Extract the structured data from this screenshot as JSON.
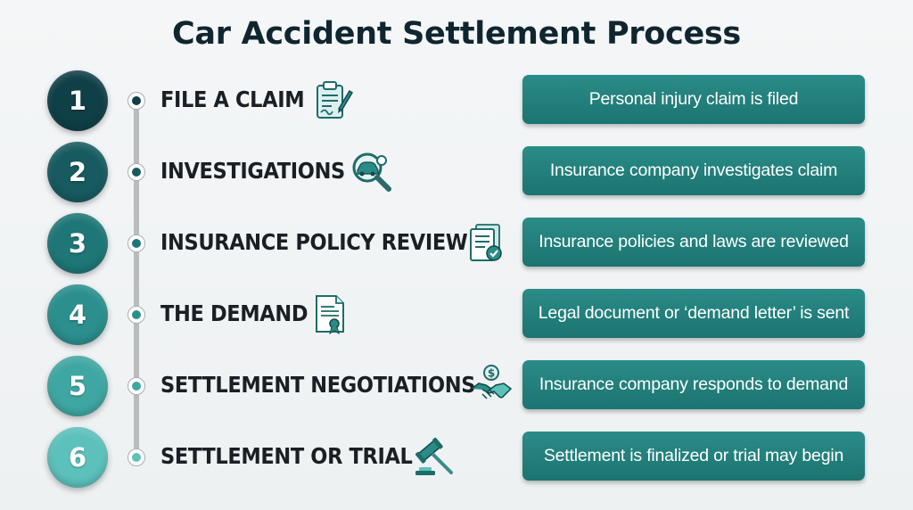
{
  "title": "Car Accident Settlement Process",
  "steps": [
    {
      "number": "1",
      "title": "FILE A CLAIM",
      "description": "Personal injury claim is filed",
      "icon": "clipboard-icon",
      "color": "#0f3f47"
    },
    {
      "number": "2",
      "title": "INVESTIGATIONS",
      "description": "Insurance company investigates claim",
      "icon": "car-magnifier-icon",
      "color": "#175a60"
    },
    {
      "number": "3",
      "title": "INSURANCE POLICY REVIEW",
      "description": "Insurance policies and laws are reviewed",
      "icon": "policy-documents-icon",
      "color": "#1e7677"
    },
    {
      "number": "4",
      "title": "THE DEMAND",
      "description": "Legal document or ‘demand letter’ is sent",
      "icon": "certificate-icon",
      "color": "#2a8f8d"
    },
    {
      "number": "5",
      "title": "SETTLEMENT NEGOTIATIONS",
      "description": "Insurance company responds to demand",
      "icon": "handshake-money-icon",
      "color": "#3fa7a3"
    },
    {
      "number": "6",
      "title": "SETTLEMENT OR TRIAL",
      "description": "Settlement is finalized or trial may begin",
      "icon": "gavel-icon",
      "color": "#5cc1bb"
    }
  ],
  "colors": {
    "box": "#1f7b77",
    "text": "#1a1f24",
    "timeline": "#b8bcbf"
  }
}
